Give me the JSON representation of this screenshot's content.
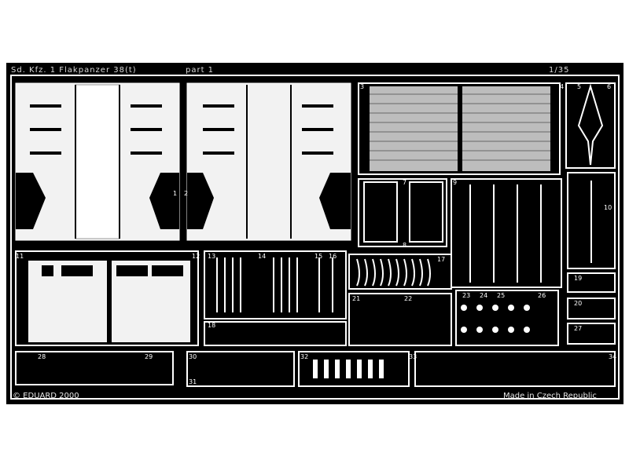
{
  "sheet": {
    "title": "Sd. Kfz. 1 Flakpanzer 38(t)",
    "part": "part 1",
    "scale": "1/35",
    "copyright": "© EDUARD 2000",
    "origin": "Made in Czech Republic"
  },
  "part_numbers": [
    "1",
    "2",
    "3",
    "4",
    "5",
    "6",
    "7",
    "8",
    "9",
    "10",
    "11",
    "12",
    "13",
    "14",
    "15",
    "16",
    "17",
    "18",
    "19",
    "20",
    "21",
    "22",
    "23",
    "24",
    "25",
    "26",
    "27",
    "28",
    "29",
    "30",
    "31",
    "32",
    "33",
    "34"
  ],
  "colors": {
    "sheet": "#000000",
    "metal": "#f2f2f2",
    "edge": "#ffffff",
    "mesh": "#bdbdbd"
  }
}
